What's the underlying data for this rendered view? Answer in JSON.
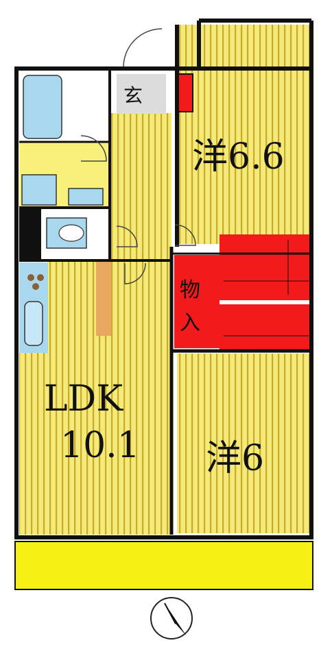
{
  "rooms": {
    "entrance": "玄",
    "western_room_1": "洋6.6",
    "storage": [
      "物",
      "入"
    ],
    "ldk": [
      "LDK",
      "10.1"
    ],
    "western_room_2": "洋6"
  },
  "colors": {
    "floor": "#f4ea7a",
    "stripe": "#c8ab2a",
    "wall": "#101010",
    "storage_red": "#f21a1a",
    "bath_blue": "#a9d7ee",
    "balcony": "#f7f014"
  },
  "icons": [
    "compass-icon",
    "bathtub-icon",
    "washbasin-icon",
    "toilet-icon",
    "stove-icon",
    "sink-icon"
  ]
}
